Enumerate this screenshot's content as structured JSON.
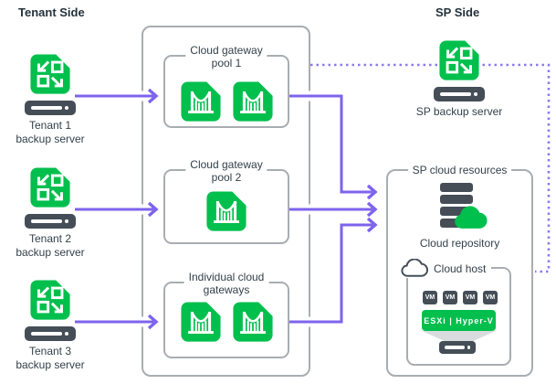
{
  "headings": {
    "tenant_side": "Tenant Side",
    "sp_side": "SP Side"
  },
  "tenants": [
    {
      "name_line": "Tenant 1",
      "role_line": "backup server"
    },
    {
      "name_line": "Tenant 2",
      "role_line": "backup server"
    },
    {
      "name_line": "Tenant 3",
      "role_line": "backup server"
    }
  ],
  "gateway_pools": [
    {
      "label_line1": "Cloud gateway",
      "label_line2": "pool 1",
      "gateway_count": 2
    },
    {
      "label_line1": "Cloud gateway",
      "label_line2": "pool 2",
      "gateway_count": 1
    },
    {
      "label_line1": "Individual cloud",
      "label_line2": "gateways",
      "gateway_count": 2
    }
  ],
  "sp": {
    "backup_server_label": "SP backup server",
    "cloud_resources_label": "SP cloud resources",
    "cloud_repository_label": "Cloud repository",
    "cloud_host_label": "Cloud host",
    "vm_labels": [
      "VM",
      "VM",
      "VM",
      "VM"
    ],
    "hypervisor_label": "ESXi | Hyper-V"
  },
  "colors": {
    "brand_green": "#00bf4d",
    "connector_purple": "#7d63ed",
    "dotted_purple": "#8d7af2",
    "box_border_gray": "#a8adb2",
    "hardware_dark": "#454e57",
    "text_dark": "#33414b"
  }
}
